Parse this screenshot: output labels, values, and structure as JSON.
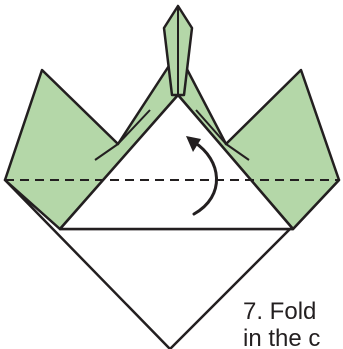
{
  "diagram": {
    "step_number": "7.",
    "caption_line_1": "7. Fold",
    "caption_line_2": "in the c",
    "colors": {
      "paper_green": "#b4d7a8",
      "paper_white": "#ffffff",
      "outline": "#231f20",
      "fold_line": "#231f20",
      "arrow": "#231f20"
    },
    "fold_line_style": "dashed",
    "arrow_direction": "up-and-over"
  }
}
